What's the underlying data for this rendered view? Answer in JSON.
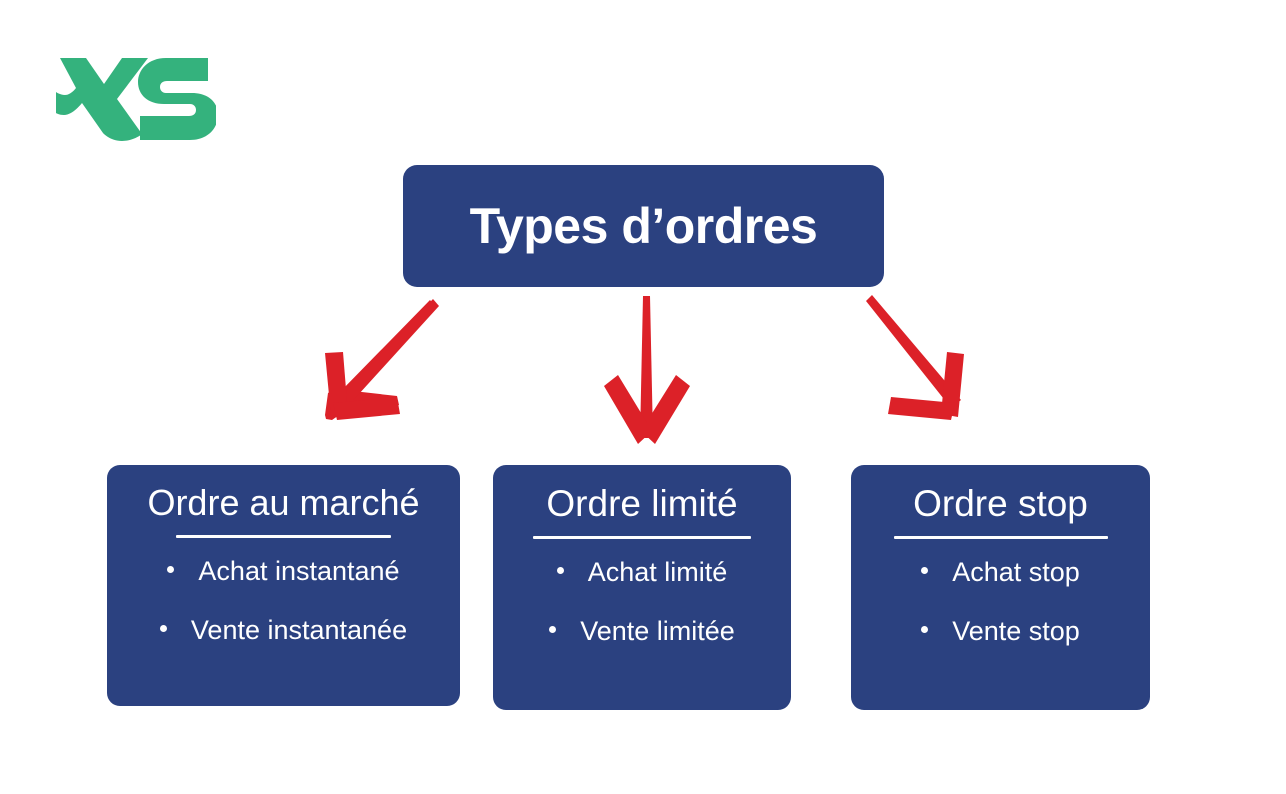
{
  "brand": {
    "logo_text": "XS",
    "logo_color": "#34B27D"
  },
  "theme": {
    "background": "#FFFFFF",
    "box_navy": "#2B4180",
    "arrow_red": "#DC2128",
    "text_on_navy": "#FFFFFF"
  },
  "diagram": {
    "type": "flowchart",
    "root": {
      "label": "Types d’ordres"
    },
    "connectors": [
      {
        "name": "arrow-left",
        "direction": "down-left",
        "color": "#DC2128"
      },
      {
        "name": "arrow-center",
        "direction": "down",
        "color": "#DC2128"
      },
      {
        "name": "arrow-right",
        "direction": "down-right",
        "color": "#DC2128"
      }
    ],
    "cards": [
      {
        "title": "Ordre au marché",
        "items": [
          "Achat instantané",
          "Vente instantanée"
        ]
      },
      {
        "title": "Ordre limité",
        "items": [
          "Achat limité",
          "Vente limitée"
        ]
      },
      {
        "title": "Ordre stop",
        "items": [
          "Achat stop",
          "Vente stop"
        ]
      }
    ]
  }
}
